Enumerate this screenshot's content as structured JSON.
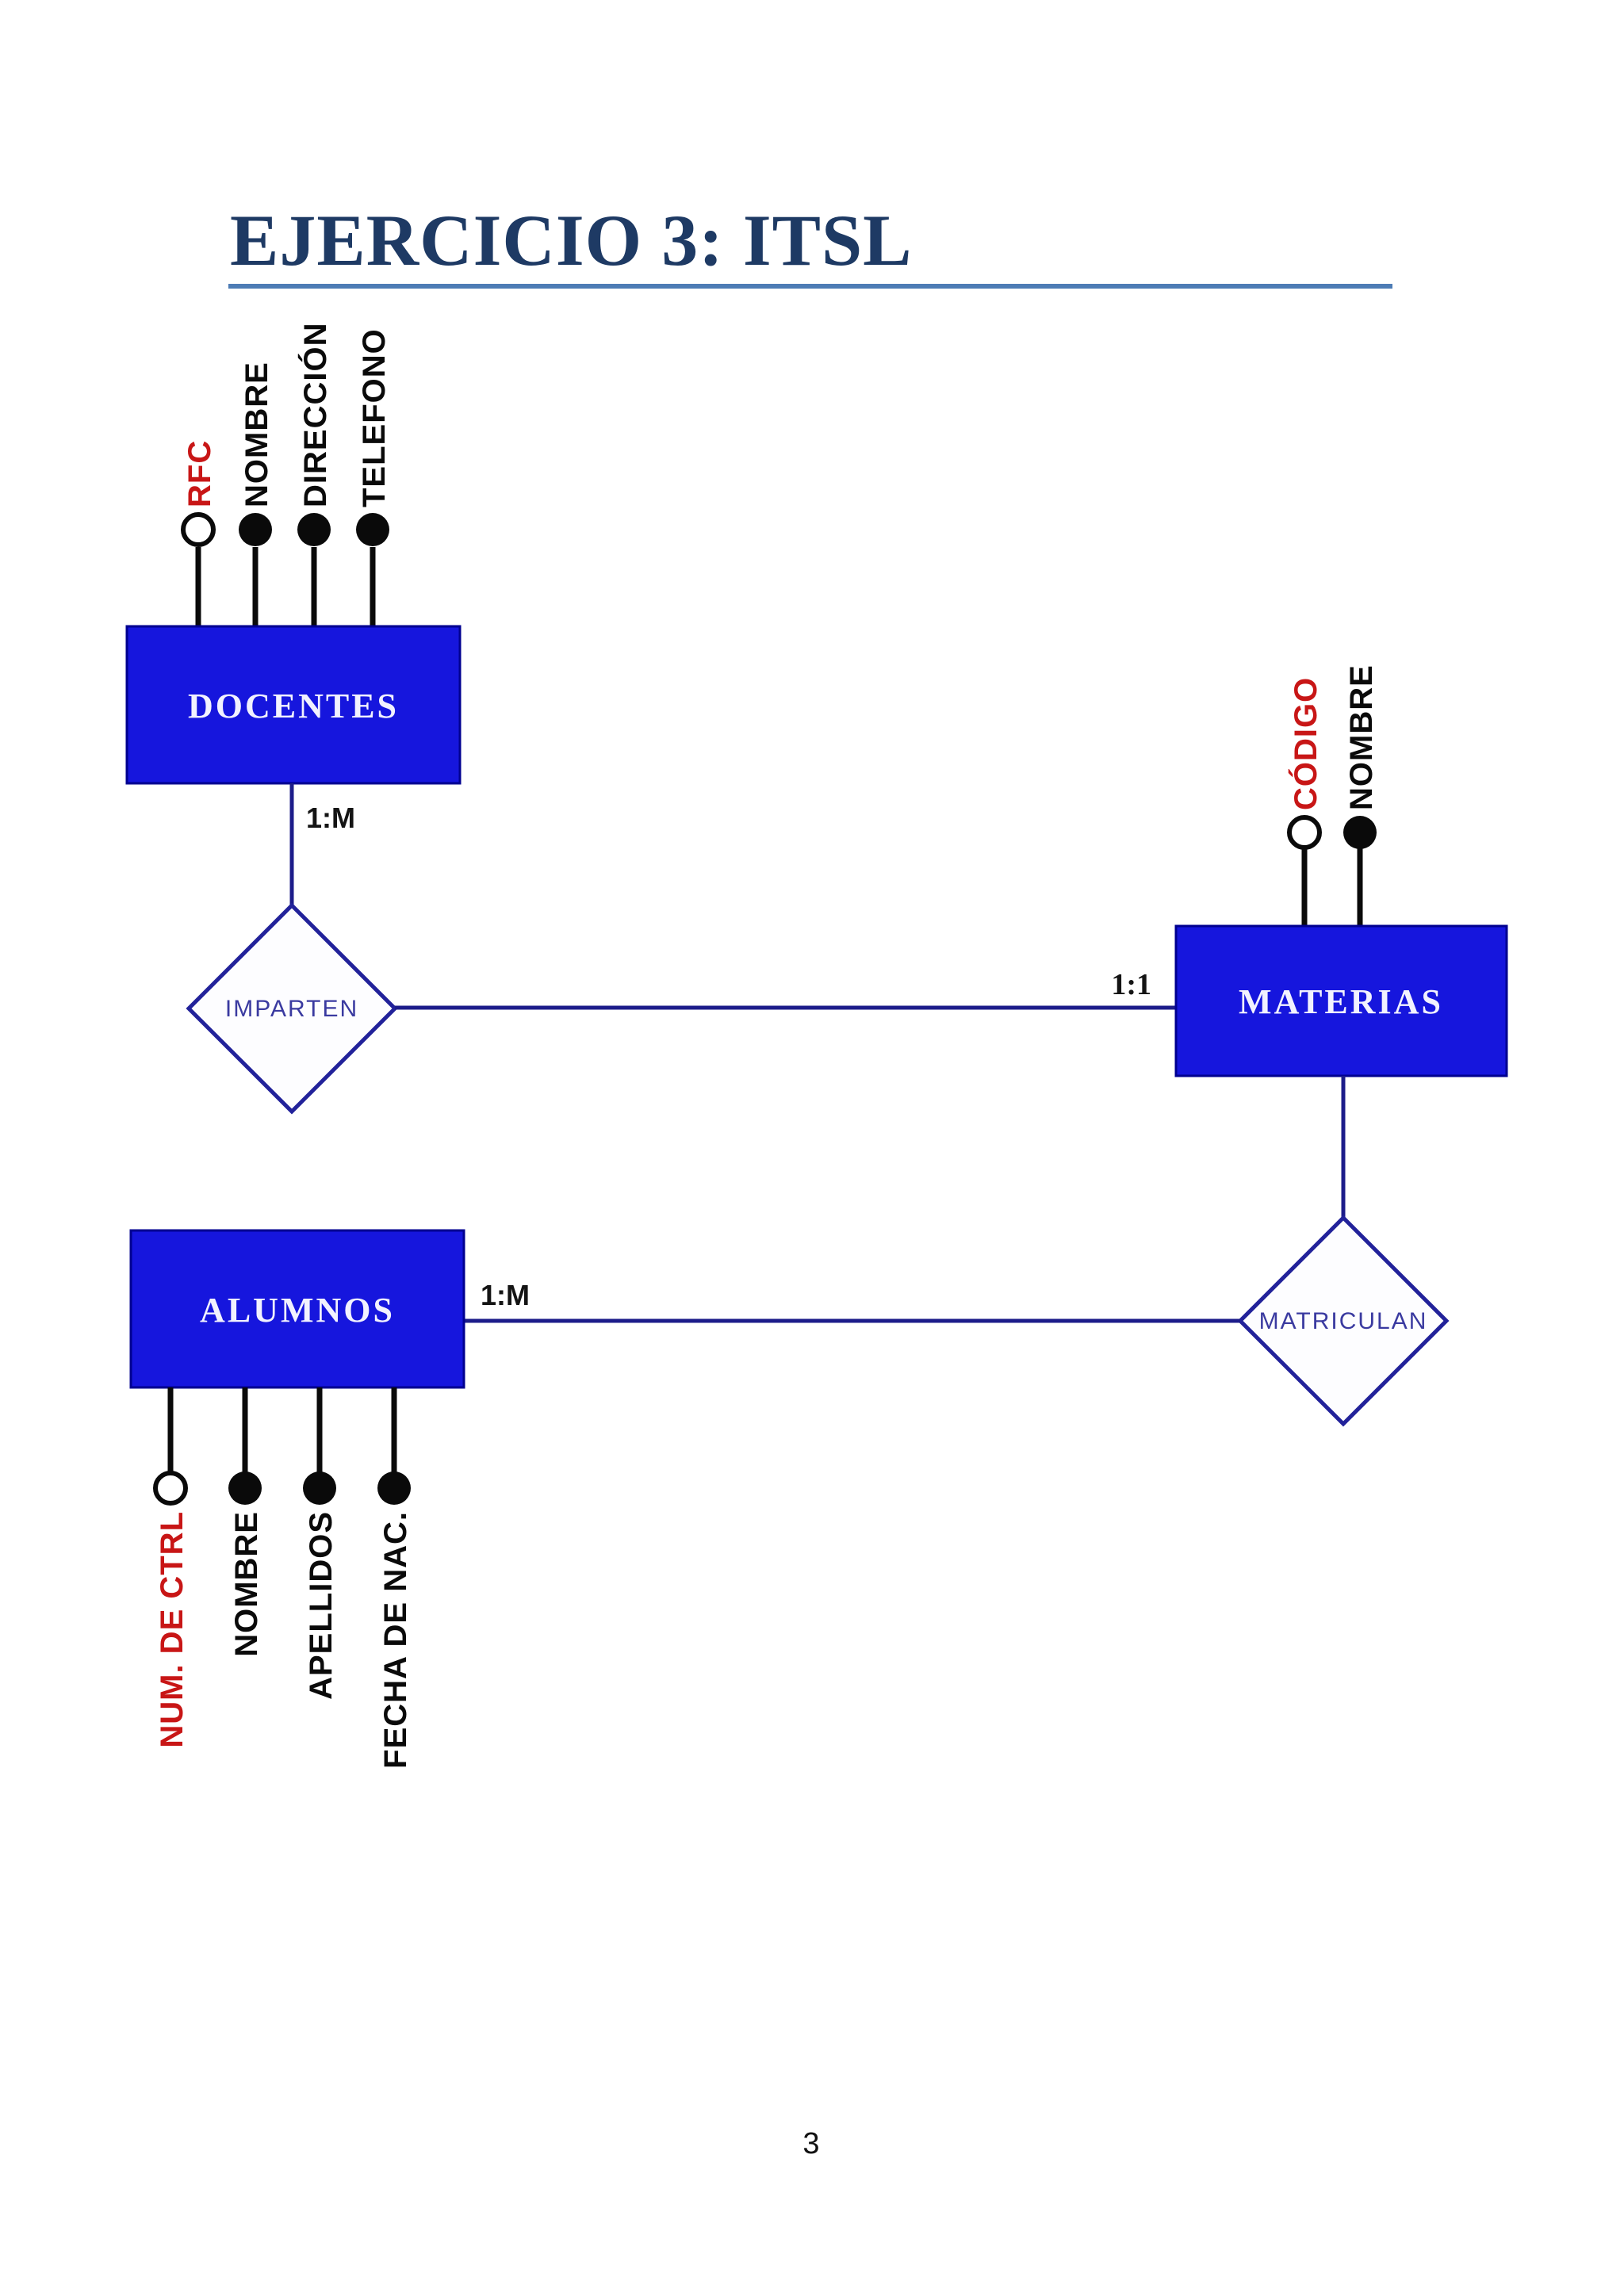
{
  "page": {
    "title": "EJERCICIO 3: ITSL",
    "page_number": "3"
  },
  "colors": {
    "title_text": "#1e3a64",
    "title_rule": "#4d7cb5",
    "entity_fill": "#1616dd",
    "entity_border": "#000090",
    "entity_text": "#f2f2ff",
    "relationship_line": "#1c1c8a",
    "diamond_text": "#3a3aa0",
    "attribute_text": "#000000",
    "key_attribute_text": "#c81616",
    "cardinality_text": "#141414",
    "page_background": "#ffffff"
  },
  "diagram": {
    "entities": [
      {
        "id": "docentes",
        "label": "DOCENTES",
        "attributes": [
          {
            "label": "RFC",
            "key": true,
            "marker": "open-circle"
          },
          {
            "label": "NOMBRE",
            "key": false,
            "marker": "filled-circle"
          },
          {
            "label": "DIRECCIÓN",
            "key": false,
            "marker": "filled-circle"
          },
          {
            "label": "TELEFONO",
            "key": false,
            "marker": "filled-circle"
          }
        ]
      },
      {
        "id": "materias",
        "label": "MATERIAS",
        "attributes": [
          {
            "label": "CÓDIGO",
            "key": true,
            "marker": "open-circle"
          },
          {
            "label": "NOMBRE",
            "key": false,
            "marker": "filled-circle"
          }
        ]
      },
      {
        "id": "alumnos",
        "label": "ALUMNOS",
        "attributes": [
          {
            "label": "NUM. DE CTRL",
            "key": true,
            "marker": "open-circle"
          },
          {
            "label": "NOMBRE",
            "key": false,
            "marker": "filled-circle"
          },
          {
            "label": "APELLIDOS",
            "key": false,
            "marker": "filled-circle"
          },
          {
            "label": "FECHA DE NAC.",
            "key": false,
            "marker": "filled-circle"
          }
        ]
      }
    ],
    "relationships": [
      {
        "id": "imparten",
        "label": "IMPARTEN",
        "left_entity": "DOCENTES",
        "right_entity": "MATERIAS",
        "left_cardinality": "1:M",
        "right_cardinality": "1:1"
      },
      {
        "id": "matriculan",
        "label": "MATRICULAN",
        "left_entity": "ALUMNOS",
        "top_entity": "MATERIAS",
        "left_cardinality": "1:M"
      }
    ]
  }
}
